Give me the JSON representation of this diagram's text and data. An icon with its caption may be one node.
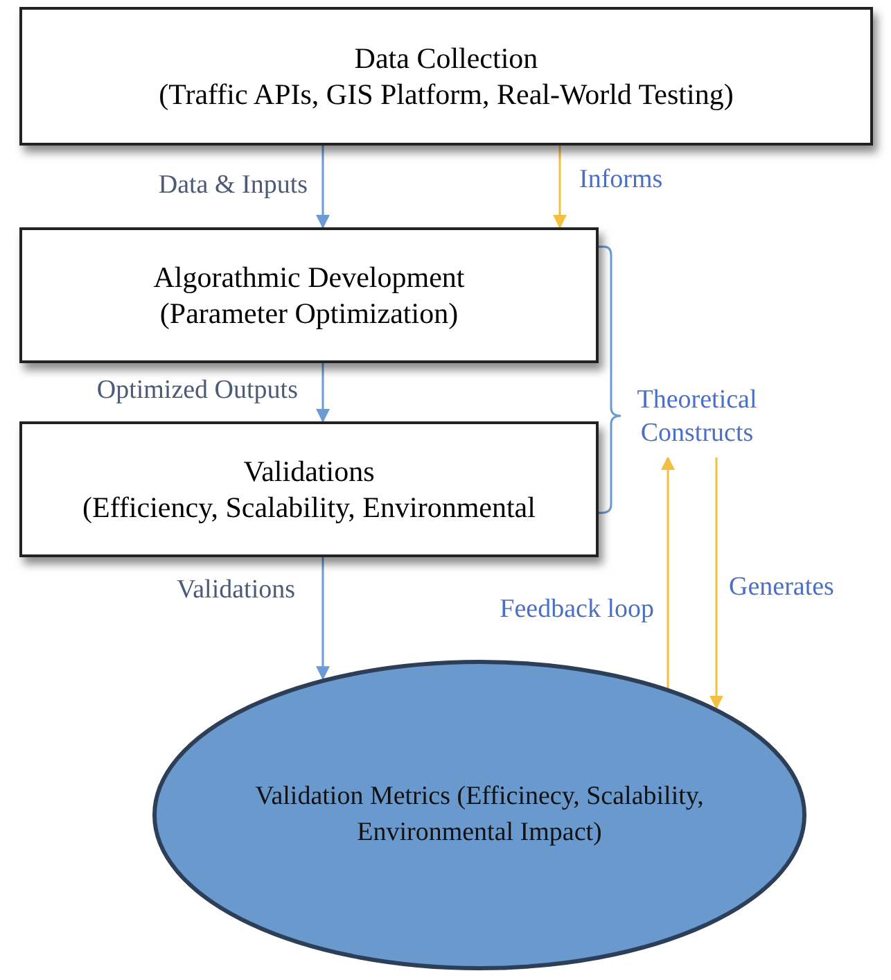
{
  "diagram": {
    "nodes": [
      {
        "text": [
          "Data Collection",
          "(Traffic APIs, GIS Platform, Real-World Testing)"
        ]
      },
      {
        "text": [
          "Algorathmic Development",
          "(Parameter Optimization)"
        ]
      },
      {
        "text": [
          "Validations",
          "(Efficiency, Scalability, Environmental"
        ]
      },
      {
        "text": [
          "Theoretical Constructs"
        ]
      },
      {
        "text": [
          "Validation Metrics (Efficinecy, Scalability, Environmental Impact)"
        ]
      }
    ],
    "edges": [
      {
        "from": 0,
        "to": 1,
        "arrow": "to",
        "label": "Data & Inputs"
      },
      {
        "from": 0,
        "to": 1,
        "arrow": "to",
        "label": "Informs",
        "color": "#f2bf40"
      },
      {
        "from": 1,
        "to": 2,
        "arrow": "to",
        "label": "Optimized Outputs"
      },
      {
        "from": 2,
        "to": 4,
        "arrow": "to",
        "label": "Validations"
      },
      {
        "from": 4,
        "to": 3,
        "arrow": "to",
        "label": "Feedback loop",
        "color": "#f2bf40"
      },
      {
        "from": 3,
        "to": 4,
        "arrow": "to",
        "label": "Generates",
        "color": "#f2bf40"
      }
    ]
  }
}
